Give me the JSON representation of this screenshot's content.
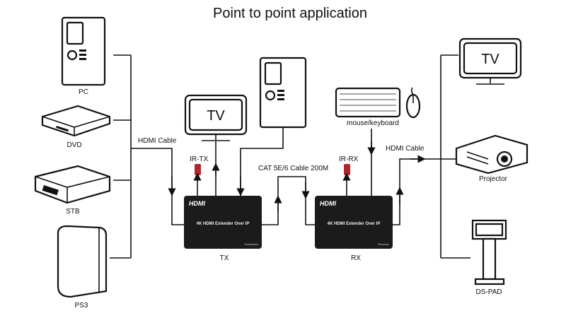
{
  "title": "Point to point application",
  "sources": [
    {
      "label": "PC",
      "icon": "pc-tower-icon"
    },
    {
      "label": "DVD",
      "icon": "dvd-player-icon"
    },
    {
      "label": "STB",
      "icon": "set-top-box-icon"
    },
    {
      "label": "PS3",
      "icon": "ps3-console-icon"
    }
  ],
  "sinks": [
    {
      "label": "TV",
      "screen_text": "TV",
      "icon": "tv-icon"
    },
    {
      "label": "Projector",
      "icon": "projector-icon"
    },
    {
      "label": "DS-PAD",
      "icon": "ds-pad-icon"
    }
  ],
  "local_tv": {
    "screen_text": "TV"
  },
  "hdmi_cable_in": "HDMI Cable",
  "hdmi_cable_out": "HDMI Cable",
  "cat_cable": "CAT 5E/6 Cable 200M",
  "mouse_keyboard": "mouse/keyboard",
  "ir_tx": "IR-TX",
  "ir_rx": "IR-RX",
  "tx": {
    "logo": "HDMI",
    "name": "4K HDMI Extender Over IP",
    "role": "Transmitter",
    "label": "TX"
  },
  "rx": {
    "logo": "HDMI",
    "name": "4K HDMI Extender Over IP",
    "role": "Receiver",
    "label": "RX"
  },
  "colors": {
    "ir_sensor": "#b0262c",
    "device_box": "#1b1b1b"
  }
}
